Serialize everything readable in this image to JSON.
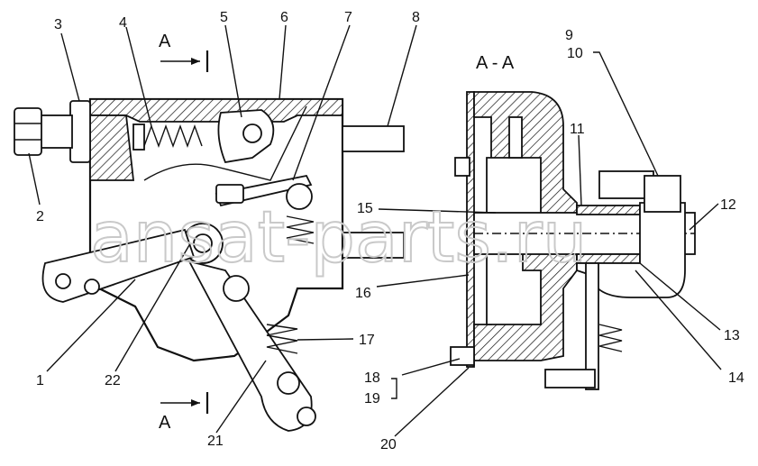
{
  "callouts": {
    "c1": "1",
    "c2": "2",
    "c3": "3",
    "c4": "4",
    "c5": "5",
    "c6": "6",
    "c7": "7",
    "c8": "8",
    "c9": "9",
    "c10": "10",
    "c11": "11",
    "c12": "12",
    "c13": "13",
    "c14": "14",
    "c15": "15",
    "c16": "16",
    "c17": "17",
    "c18": "18",
    "c19": "19",
    "c20": "20",
    "c21": "21",
    "c22": "22"
  },
  "section": {
    "marker_top": "A",
    "marker_bottom": "A",
    "view_title": "A - A"
  },
  "watermark": "ansat-parts.ru"
}
